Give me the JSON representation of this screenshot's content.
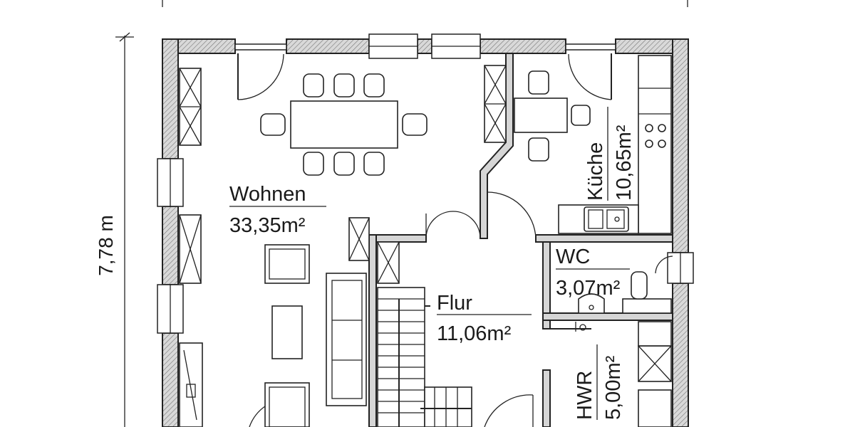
{
  "dimension": {
    "height_label": "7,78 m"
  },
  "rooms": {
    "wohnen": {
      "name": "Wohnen",
      "area": "33,35m²"
    },
    "kueche": {
      "name": "Küche",
      "area": "10,65m²"
    },
    "flur": {
      "name": "Flur",
      "area": "11,06m²"
    },
    "wc": {
      "name": "WC",
      "area": "3,07m²"
    },
    "hwr": {
      "name": "HWR",
      "area": "5,00m²"
    }
  }
}
